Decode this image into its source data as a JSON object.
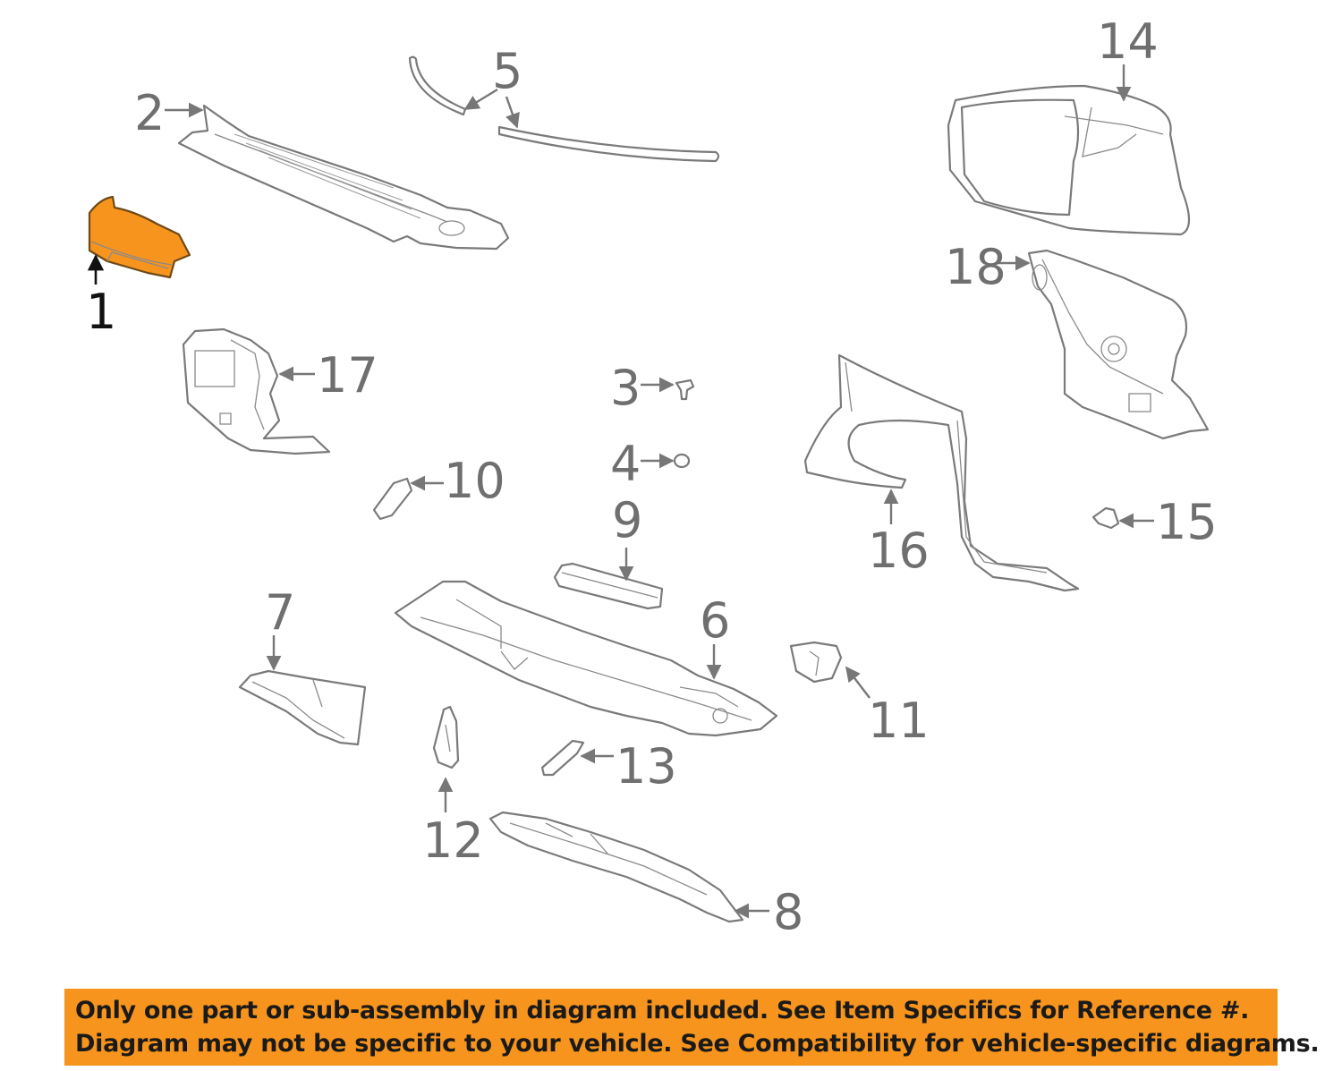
{
  "callouts": {
    "c1": "1",
    "c2": "2",
    "c3": "3",
    "c4": "4",
    "c5": "5",
    "c6": "6",
    "c7": "7",
    "c8": "8",
    "c9": "9",
    "c10": "10",
    "c11": "11",
    "c12": "12",
    "c13": "13",
    "c14": "14",
    "c15": "15",
    "c16": "16",
    "c17": "17",
    "c18": "18"
  },
  "highlight_color": "#f7941d",
  "notice": {
    "line1": "Only one part or sub-assembly in diagram included. See Item Specifics for Reference #.",
    "line2": "Diagram may not be specific to your vehicle. See Compatibility for vehicle-specific diagrams."
  }
}
